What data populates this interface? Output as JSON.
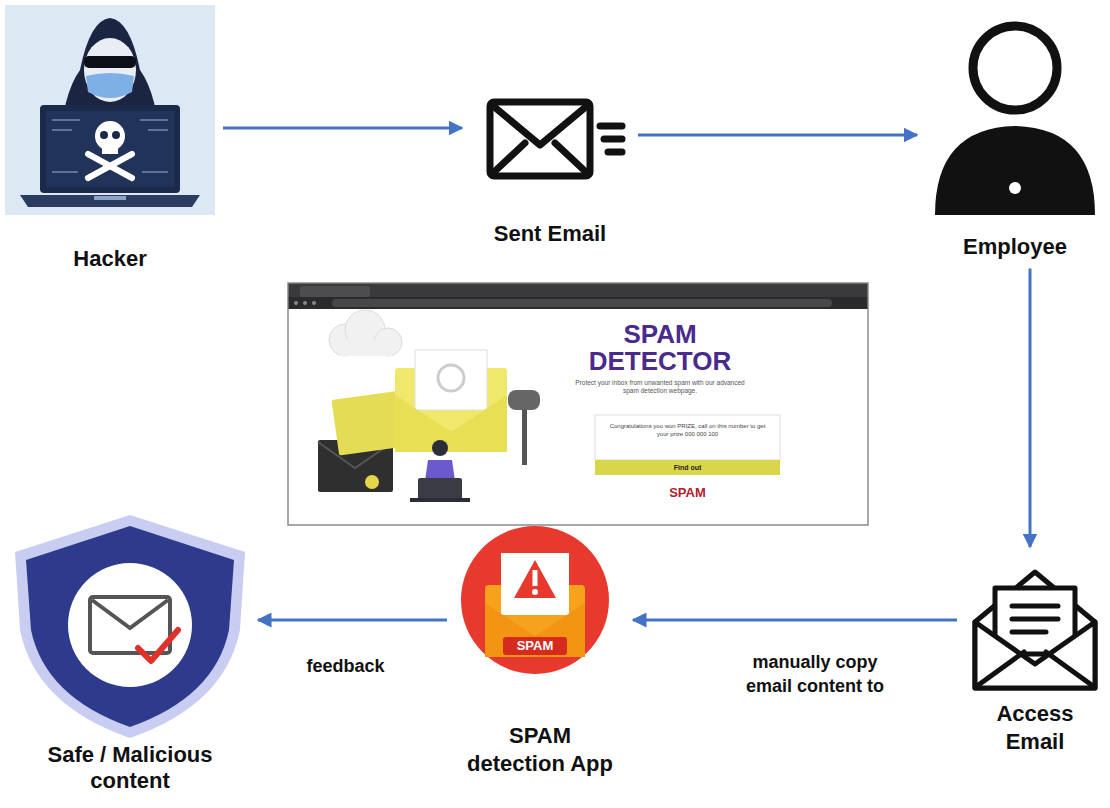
{
  "diagram": {
    "nodes": [
      {
        "text": [
          "Hacker"
        ]
      },
      {
        "text": [
          "Sent Email"
        ]
      },
      {
        "text": [
          "Employee"
        ]
      },
      {
        "text": [
          "SPAM DETECTOR",
          "Protect your inbox from unwanted spam with our advanced spam detection webpage.",
          "Congratulations you won PRIZE, call on this number to get your prize 000 000 100",
          "Find out",
          "SPAM"
        ]
      },
      {
        "text": [
          "Safe / Malicious content"
        ]
      },
      {
        "text": [
          "SPAM",
          "SPAM detection App"
        ]
      },
      {
        "text": [
          "Access Email"
        ]
      }
    ],
    "edges": [
      {
        "from": 0,
        "to": 1,
        "arrow": "to"
      },
      {
        "from": 1,
        "to": 2,
        "arrow": "to"
      },
      {
        "from": 2,
        "to": 6,
        "arrow": "to"
      },
      {
        "from": 6,
        "to": 5,
        "arrow": "to",
        "label": "manually copy email content to"
      },
      {
        "from": 5,
        "to": 4,
        "arrow": "to",
        "label": "feedback"
      }
    ]
  }
}
